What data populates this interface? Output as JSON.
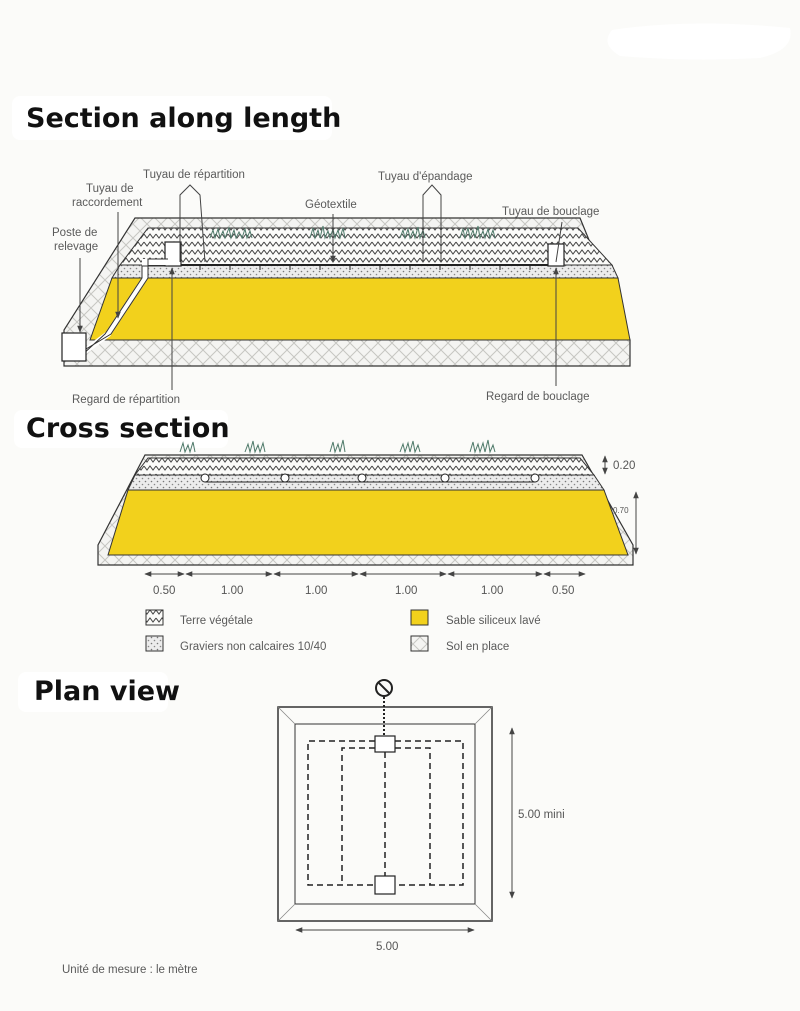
{
  "headings": {
    "section_length": "Section along length",
    "cross_section": "Cross section",
    "plan_view": "Plan view"
  },
  "labels": {
    "tuyau_repartition": "Tuyau de répartition",
    "tuyau_raccordement_1": "Tuyau de",
    "tuyau_raccordement_2": "raccordement",
    "poste_relevage_1": "Poste de",
    "poste_relevage_2": "relevage",
    "geotextile": "Géotextile",
    "tuyau_epandage": "Tuyau d'épandage",
    "tuyau_bouclage": "Tuyau de bouclage",
    "regard_repartition": "Regard de répartition",
    "regard_bouclage": "Regard de bouclage"
  },
  "cross_dims": {
    "top_layer": "0.20",
    "sand_layer": "0.70",
    "widths": [
      "0.50",
      "1.00",
      "1.00",
      "1.00",
      "1.00",
      "0.50"
    ]
  },
  "legend": [
    {
      "key": "terre",
      "label": "Terre végétale"
    },
    {
      "key": "graviers",
      "label": "Graviers non calcaires 10/40"
    },
    {
      "key": "sable",
      "label": "Sable siliceux lavé"
    },
    {
      "key": "sol",
      "label": "Sol en place"
    }
  ],
  "plan": {
    "height_label": "5.00 mini",
    "width_label": "5.00"
  },
  "footer": "Unité de mesure : le mètre",
  "colors": {
    "sand": "#f2d11c",
    "gravel": "#e7e7e7",
    "line": "#333333",
    "grass": "#4f7a6a"
  }
}
